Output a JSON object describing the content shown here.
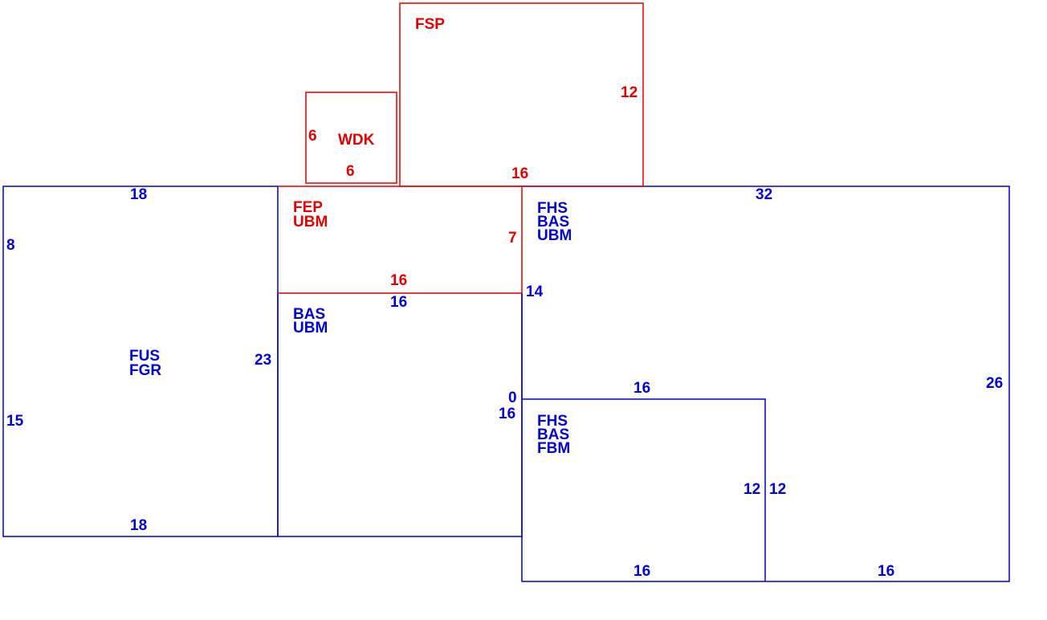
{
  "colors": {
    "living_area": "#0000cc",
    "exterior_area": "#dd0000"
  },
  "areas": {
    "fsp": {
      "codes": [
        "FSP"
      ],
      "dims": {
        "right": "12",
        "bottom": "16"
      }
    },
    "wdk": {
      "codes": [
        "WDK"
      ],
      "dims": {
        "left": "6",
        "bottom": "6"
      }
    },
    "fep": {
      "codes": [
        "FEP",
        "UBM"
      ],
      "dims": {
        "right": "7",
        "bottom": "16"
      }
    },
    "fus": {
      "codes": [
        "FUS",
        "FGR"
      ],
      "dims": {
        "top": "18",
        "left_upper": "8",
        "left_lower": "15",
        "right": "23",
        "bottom": "18"
      }
    },
    "bas_ubm": {
      "codes": [
        "BAS",
        "UBM"
      ],
      "dims": {
        "top": "16"
      }
    },
    "fhs": {
      "codes": [
        "FHS",
        "BAS",
        "UBM"
      ],
      "dims": {
        "top": "32",
        "left": "14",
        "right": "26",
        "step": "0",
        "step_top": "16",
        "bottom": "16"
      }
    },
    "fhs_fbm": {
      "codes": [
        "FHS",
        "BAS",
        "FBM"
      ],
      "dims": {
        "left": "16",
        "right": "12",
        "bottom": "16"
      }
    },
    "fhs_extra": {
      "dims": {
        "left": "12"
      }
    }
  }
}
